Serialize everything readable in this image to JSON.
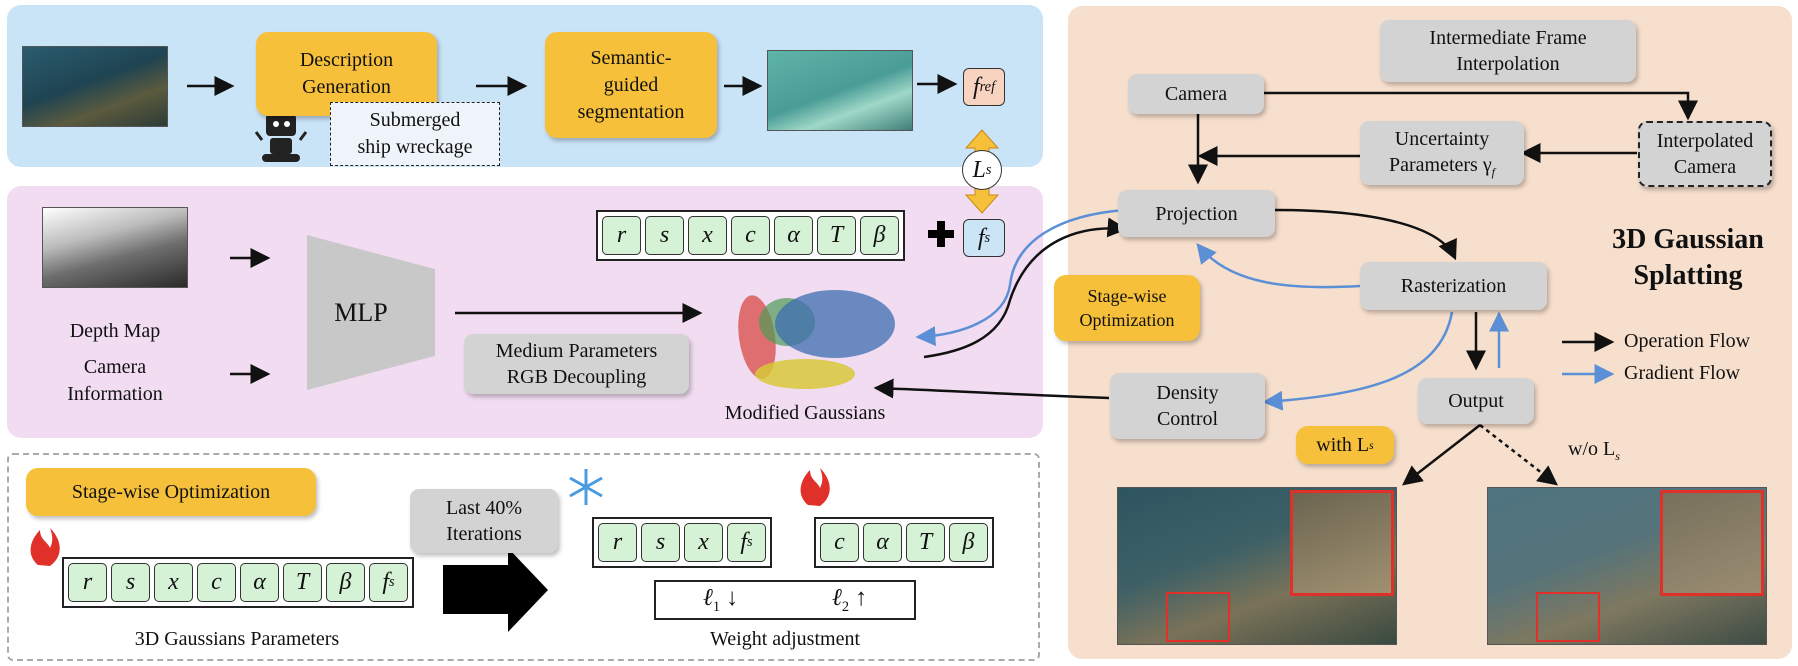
{
  "top": {
    "description_generation": "Description\nGeneration",
    "caption": "Submerged\nship wreckage",
    "semantic_segmentation": "Semantic-\nguided\nsegmentation",
    "f_ref": "f",
    "f_ref_sub": "ref",
    "loss": "L",
    "loss_sub": "s"
  },
  "middle": {
    "depth_map": "Depth Map",
    "camera_info": "Camera\nInformation",
    "mlp": "MLP",
    "medium_params": "Medium Parameters\nRGB Decoupling",
    "modified_gaussians": "Modified Gaussians",
    "params": [
      "r",
      "s",
      "x",
      "c",
      "α",
      "T",
      "β"
    ],
    "plus": "✚",
    "f_s": "f",
    "f_s_sub": "s"
  },
  "bottom": {
    "stage_wise": "Stage-wise Optimization",
    "params": [
      "r",
      "s",
      "x",
      "c",
      "α",
      "T",
      "β",
      "f"
    ],
    "params_last_sub": "s",
    "params_caption": "3D Gaussians Parameters",
    "last_iter": "Last 40%\nIterations",
    "frozen": [
      "r",
      "s",
      "x",
      "f"
    ],
    "frozen_last_sub": "s",
    "trainable": [
      "c",
      "α",
      "T",
      "β"
    ],
    "weight_l1": "ℓ",
    "weight_l1_sub": "1",
    "weight_l1_arrow": "↓",
    "weight_l2": "ℓ",
    "weight_l2_sub": "2",
    "weight_l2_arrow": "↑",
    "weight_caption": "Weight adjustment"
  },
  "right": {
    "title": "3D Gaussian\nSplatting",
    "intermediate": "Intermediate Frame\nInterpolation",
    "camera": "Camera",
    "uncertainty": "Uncertainty\nParameters γ",
    "uncertainty_sub": "f",
    "interpolated_camera": "Interpolated\nCamera",
    "projection": "Projection",
    "stage_wise": "Stage-wise\nOptimization",
    "rasterization": "Rasterization",
    "density": "Density\nControl",
    "output": "Output",
    "with_ls": "with L",
    "with_ls_sub": "s",
    "wo_ls": "w/o L",
    "wo_ls_sub": "s",
    "legend_operation": "Operation Flow",
    "legend_gradient": "Gradient Flow"
  },
  "colors": {
    "top_panel": "#c9e3f7",
    "mid_panel": "#f1dcf1",
    "right_panel": "#f7dfcd",
    "yellow": "#f6c03a",
    "gray": "#d3d3d3",
    "cell_green": "#d6f2d6",
    "gradient_blue": "#5b8fd6",
    "red_box": "#e0302a"
  }
}
